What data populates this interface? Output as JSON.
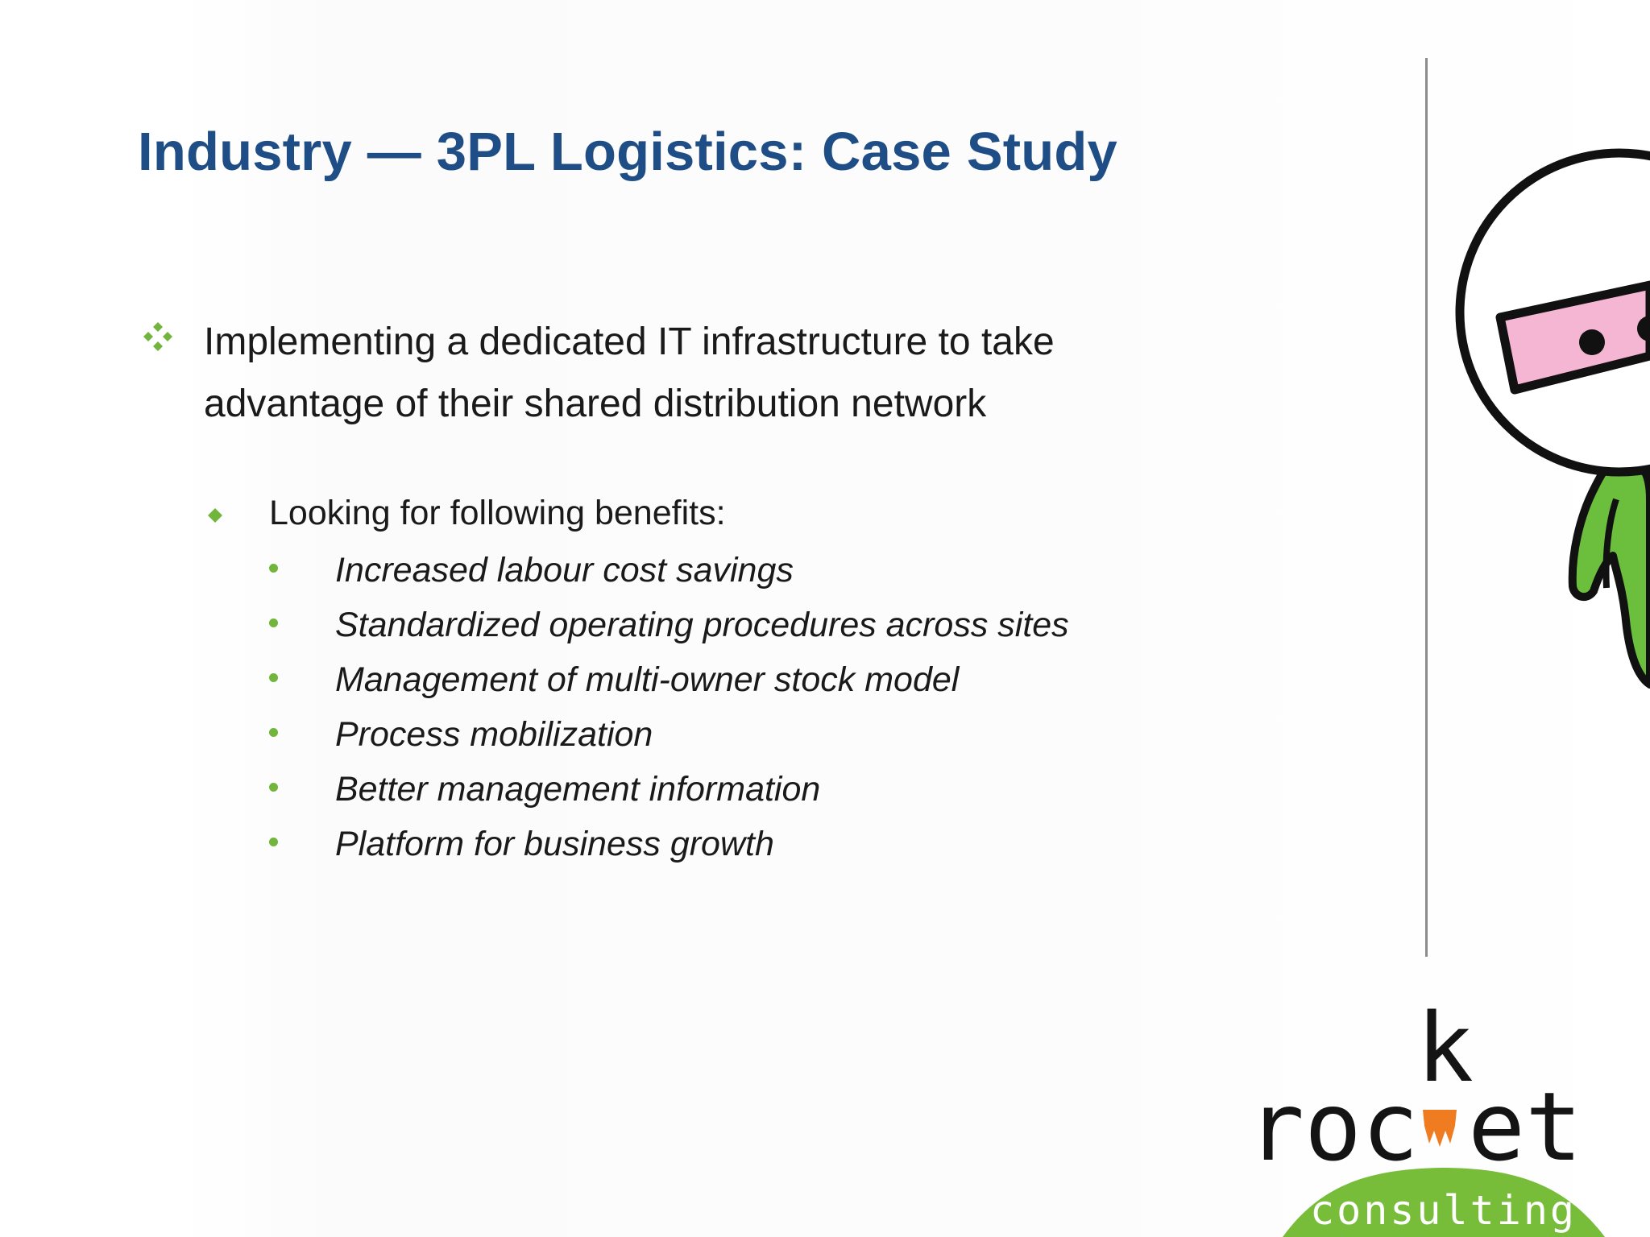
{
  "slide": {
    "title": "Industry — 3PL Logistics: Case Study",
    "main_point": "Implementing a dedicated IT infrastructure to take advantage of their shared distribution network",
    "sub_point": "Looking for following benefits:",
    "benefits": [
      "Increased labour cost savings",
      "Standardized operating procedures across sites",
      "Management of multi-owner stock model",
      "Process mobilization",
      "Better management information",
      "Platform for business growth"
    ]
  },
  "logo": {
    "wordmark_left": "roc",
    "wordmark_k": "k",
    "wordmark_right": "et",
    "tagline": "consulting"
  },
  "icons": {
    "main_bullet": "four-diamond-bullet-icon",
    "sub_bullet": "diamond-bullet-icon",
    "benefit_bullet": "dot-bullet-icon",
    "mascot": "rocket-mascot-illustration"
  },
  "colors": {
    "title": "#1f4e87",
    "accent_green": "#72b53d",
    "mascot_pink": "#f4b6d2",
    "logo_flame": "#f07c22"
  }
}
